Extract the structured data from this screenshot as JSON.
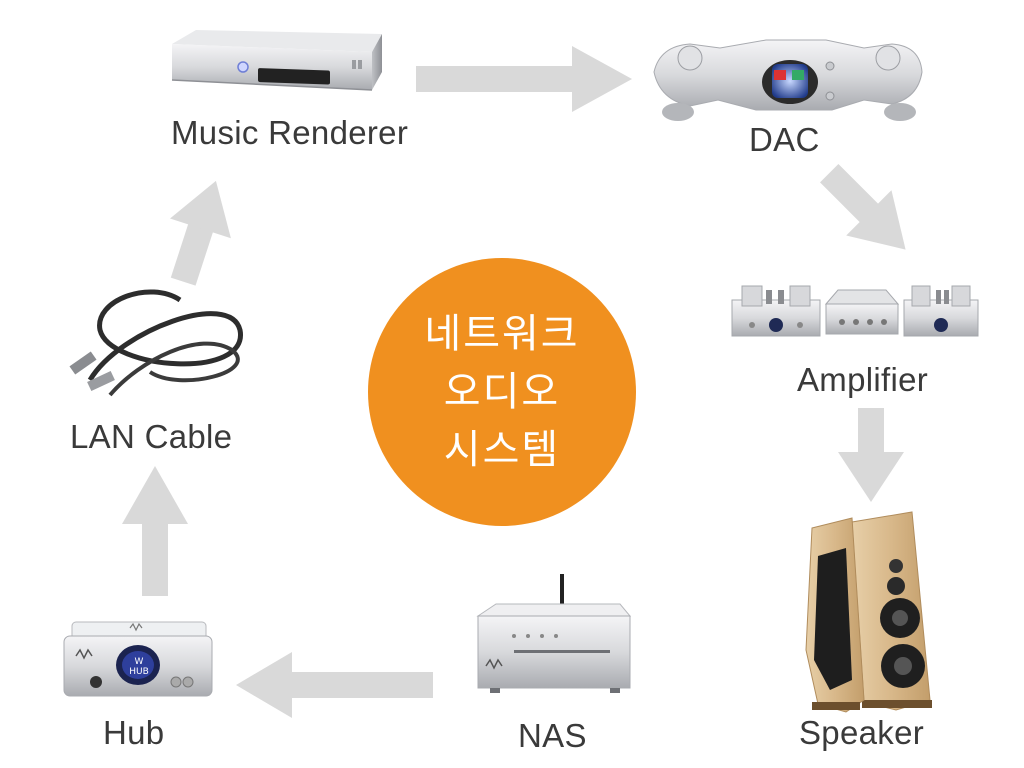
{
  "center": {
    "lines": [
      "네트워크",
      "오디오",
      "시스템"
    ]
  },
  "nodes": {
    "music_renderer": "Music Renderer",
    "dac": "DAC",
    "amplifier": "Amplifier",
    "speaker": "Speaker",
    "nas": "NAS",
    "hub": "Hub",
    "lan_cable": "LAN Cable"
  },
  "device_text": {
    "hub_display": "W HUB"
  },
  "colors": {
    "arrow": "#d9d9d9",
    "center": "#f0901f",
    "label": "#3a3a3a"
  }
}
